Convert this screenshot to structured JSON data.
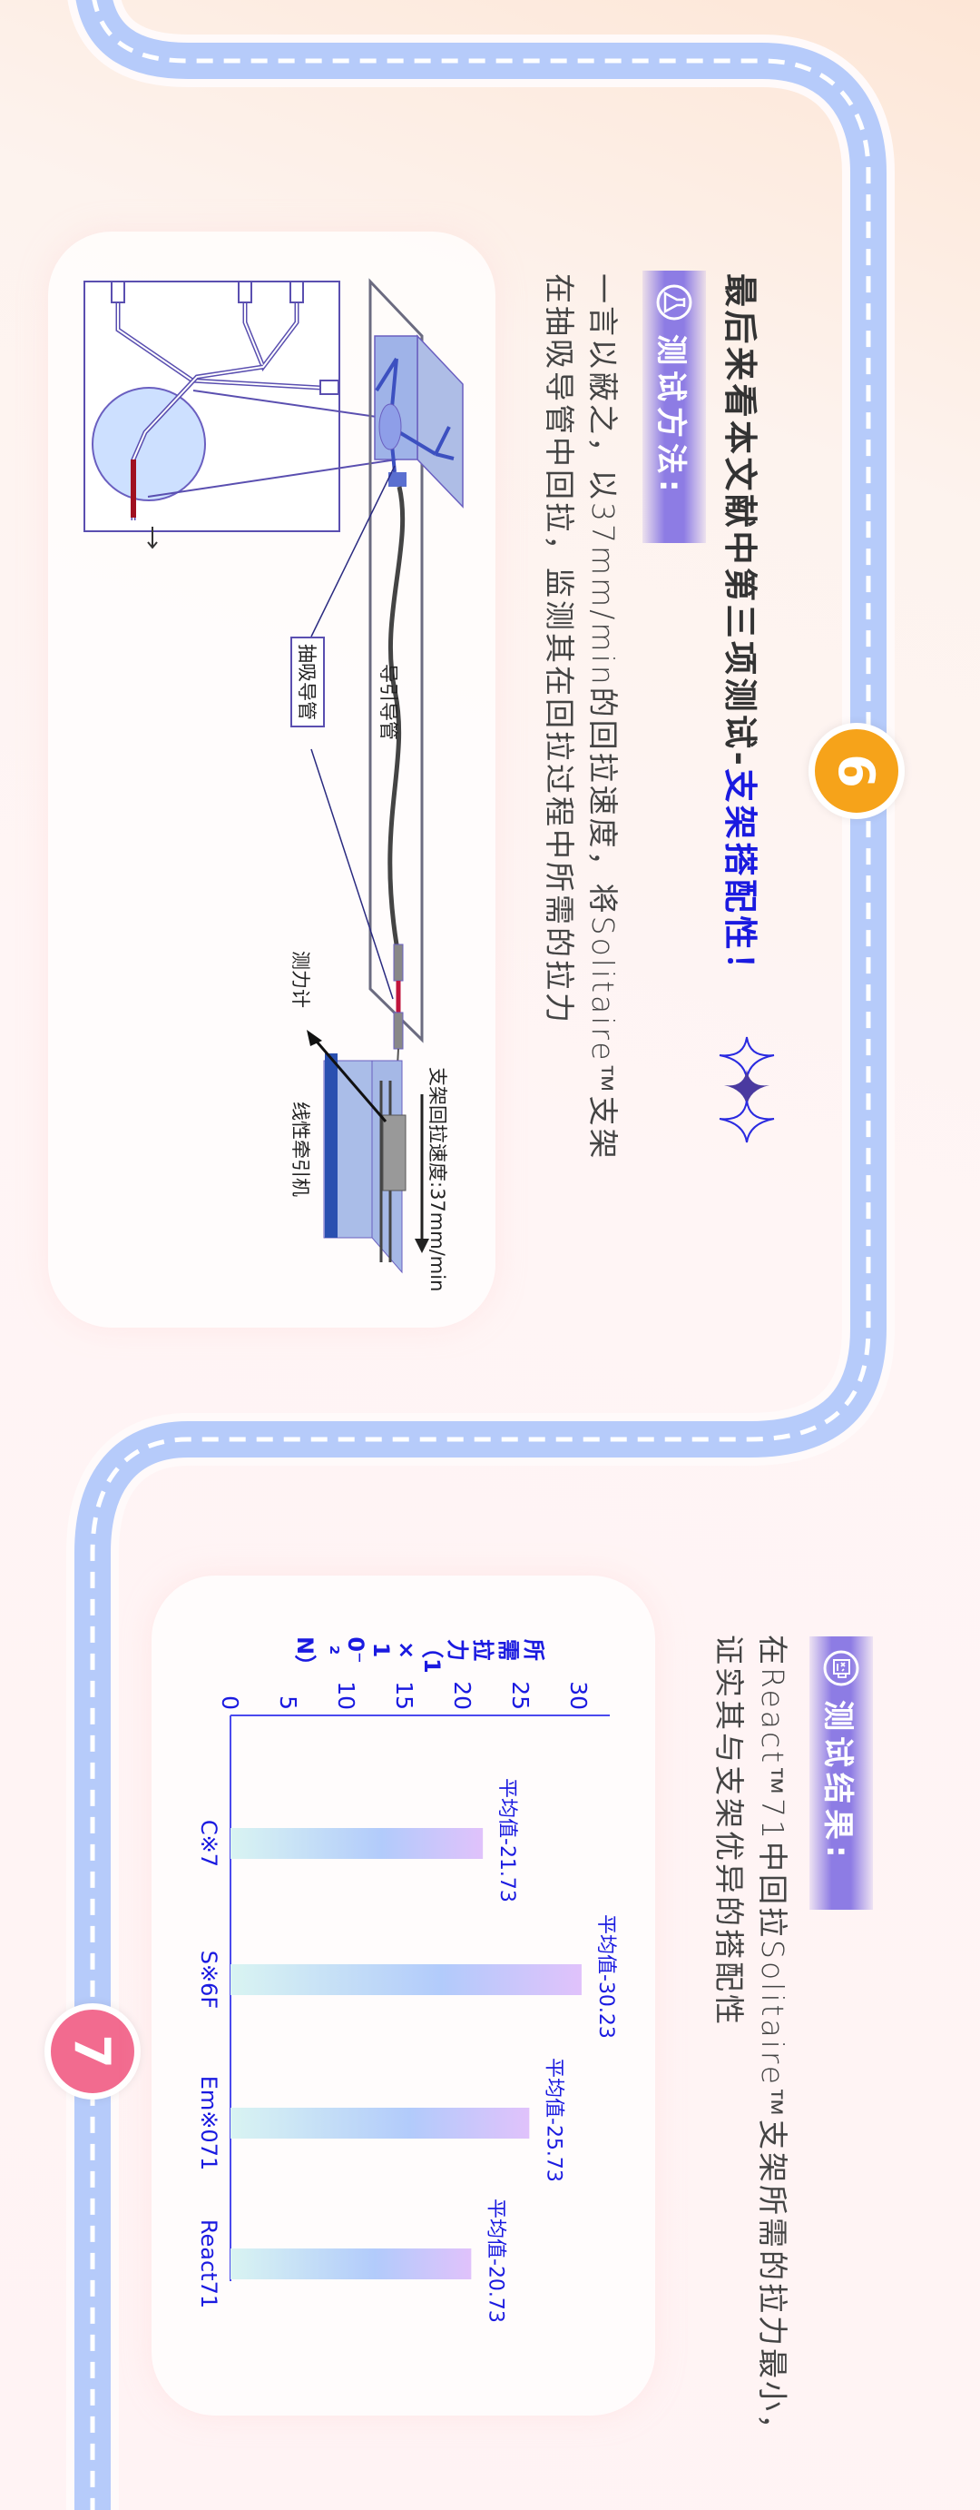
{
  "colors": {
    "road": "#b6cbfa",
    "accent": "#1a1ae0",
    "badge": "#8d7ce4",
    "step6": "#f6a31a",
    "step7": "#f26b8f"
  },
  "section6": {
    "step_number": "6",
    "title_prefix": "最后来看本文献中第三项测试-",
    "title_highlight": "支架搭配性！",
    "badge": {
      "icon": "flask-icon",
      "label": "测试方法:"
    },
    "paragraph": [
      "一言以蔽之，以37mm/min的回拉速度，将Solitaire™支架",
      "在抽吸导管中回拉，监测其在回拉过程中所需的拉力"
    ],
    "diagram": {
      "guide_catheter": "导引导管",
      "aspiration_catheter": "抽吸导管",
      "force_gauge": "测力计",
      "linear_puller": "线性牵引机",
      "speed": "支架回拉速度:37mm/min"
    }
  },
  "section7": {
    "step_number": "7",
    "badge": {
      "icon": "result-icon",
      "label": "测试结果:"
    },
    "paragraph": [
      "在React™71中回拉Solitaire™支架所需的拉力最小，",
      "证实其与支架优异的搭配性"
    ]
  },
  "chart_data": {
    "type": "bar",
    "title": "",
    "xlabel": "",
    "ylabel": "所需拉力（1×10⁻²N）",
    "ylim": [
      0,
      30
    ],
    "yticks": [
      0,
      5,
      10,
      15,
      20,
      25,
      30
    ],
    "categories": [
      "C※7",
      "S※6F",
      "Em※071",
      "React71"
    ],
    "values": [
      21.73,
      30.23,
      25.73,
      20.73
    ],
    "data_labels": [
      "平均值-21.73",
      "平均值-30.23",
      "平均值-25.73",
      "平均值-20.73"
    ],
    "grid": false
  }
}
